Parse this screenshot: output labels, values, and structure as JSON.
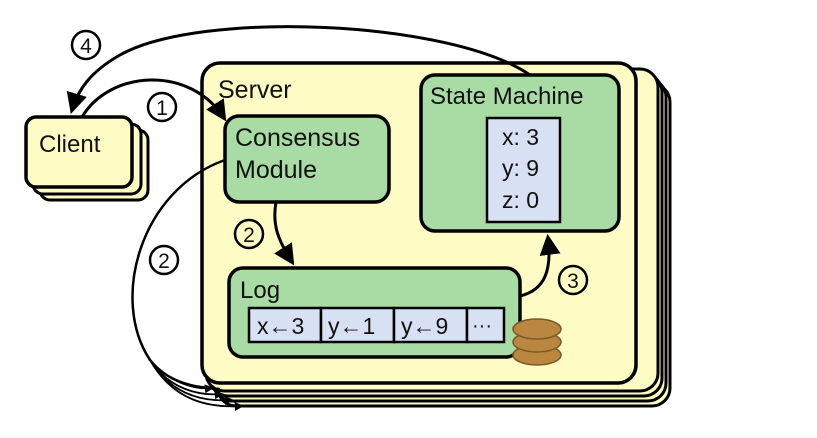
{
  "diagram": {
    "title": "Replicated state machine architecture",
    "colors": {
      "server_fill": "#fefcc4",
      "module_fill": "#a9dca4",
      "cell_fill": "#d7e1f3",
      "disk_fill": "#b9873f",
      "disk_stroke": "#7a5a22",
      "stroke": "#000000"
    },
    "client": {
      "label": "Client",
      "stack_count": 3
    },
    "server": {
      "label": "Server",
      "stack_count": 5
    },
    "consensus_module": {
      "label_line1": "Consensus",
      "label_line2": "Module"
    },
    "state_machine": {
      "label": "State Machine",
      "state": [
        {
          "text": "x: 3"
        },
        {
          "text": "y: 9"
        },
        {
          "text": "z: 0"
        }
      ]
    },
    "log": {
      "label": "Log",
      "entries": [
        {
          "text": "x←3"
        },
        {
          "text": "y←1"
        },
        {
          "text": "y←9"
        },
        {
          "text": "···"
        }
      ],
      "storage_icon": "disk-stack-icon"
    },
    "steps": [
      {
        "number": "1",
        "description": "client request to consensus module"
      },
      {
        "number": "2",
        "description": "consensus module appends to log"
      },
      {
        "number": "2",
        "description": "replicate to other servers"
      },
      {
        "number": "3",
        "description": "log applied to state machine"
      },
      {
        "number": "4",
        "description": "result returned to client"
      }
    ]
  }
}
